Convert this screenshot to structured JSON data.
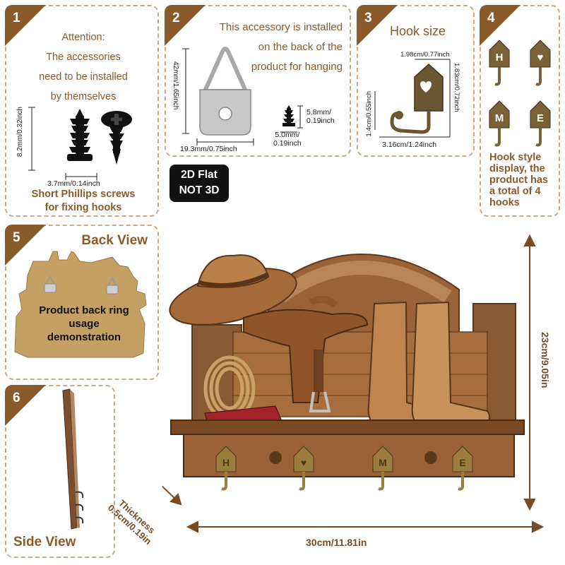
{
  "panel1": {
    "number": "1",
    "attention_lines": [
      "Attention:",
      "The accessories",
      "need to be installed",
      "by themselves"
    ],
    "height_dim": "8.2mm/0.32inch",
    "width_dim": "3.7mm/0.14inch",
    "caption_lines": [
      "Short Phillips screws",
      "for fixing hooks"
    ]
  },
  "panel2": {
    "number": "2",
    "note_lines": [
      "This accessory is installed",
      "on the back of the",
      "product for hanging"
    ],
    "height_dim": "42mm/1.65inch",
    "width_dim": "19.3mm/0.75inch",
    "screw_h": [
      "5.8mm/",
      "0.19inch"
    ],
    "screw_w": [
      "5.0mm/",
      "0.19inch"
    ]
  },
  "panel3": {
    "number": "3",
    "title": "Hook size",
    "top_dim": "1.98cm/0.77inch",
    "right_dim": "1.83cm/0.72inch",
    "left_dim": "1.4cm/0.55inch",
    "bottom_dim": "3.16cm/1.24inch"
  },
  "panel4": {
    "number": "4",
    "hook_letters": [
      "H",
      "♥",
      "M",
      "E"
    ],
    "caption_lines": [
      "Hook style",
      "display, the",
      "product has",
      "a total of 4",
      "hooks"
    ]
  },
  "badge": {
    "line1": "2D Flat",
    "line2": "NOT 3D"
  },
  "panel5": {
    "number": "5",
    "title": "Back View",
    "caption_lines": [
      "Product back ring",
      "usage",
      "demonstration"
    ]
  },
  "panel6": {
    "number": "6",
    "title": "Side View"
  },
  "product": {
    "height_dim": "23cm/9.05in",
    "width_dim": "30cm/11.81in",
    "thickness_lines": [
      "Thickness",
      "0.5cm/0.19in"
    ],
    "hook_letters": [
      "H",
      "♥",
      "M",
      "E"
    ]
  },
  "colors": {
    "accent": "#8a5a2b",
    "border": "#c9a98a",
    "wood": "#8b5a32"
  }
}
